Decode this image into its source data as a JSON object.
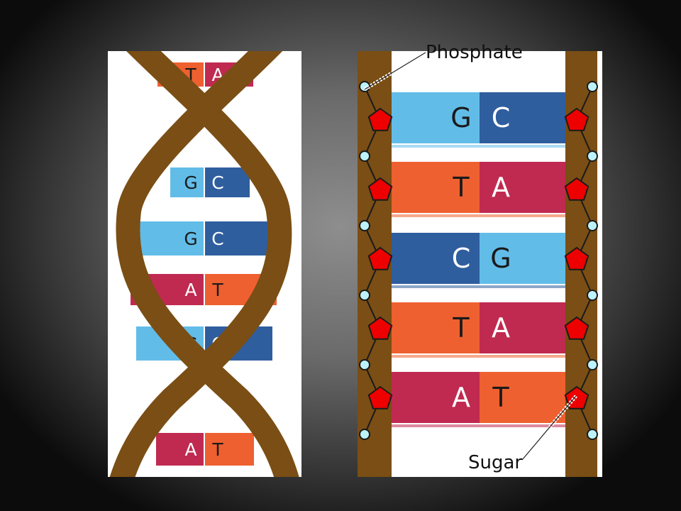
{
  "colors": {
    "T": "#ee6030",
    "A": "#c02a50",
    "G": "#62bce8",
    "C": "#2f5e9e",
    "backbone": "#7a4e14",
    "sugar": "#ee0000",
    "phosphate": "#bdf2fb"
  },
  "helix": {
    "pairs": [
      {
        "left": "T",
        "right": "A"
      },
      {
        "left": "G",
        "right": "C"
      },
      {
        "left": "G",
        "right": "C"
      },
      {
        "left": "A",
        "right": "T"
      },
      {
        "left": "G",
        "right": "C"
      },
      {
        "left": "A",
        "right": "T"
      }
    ]
  },
  "ladder": {
    "labels": {
      "phosphate": "Phosphate",
      "sugar": "Sugar"
    },
    "pairs": [
      {
        "left": "G",
        "right": "C"
      },
      {
        "left": "T",
        "right": "A"
      },
      {
        "left": "C",
        "right": "G"
      },
      {
        "left": "T",
        "right": "A"
      },
      {
        "left": "A",
        "right": "T"
      }
    ]
  }
}
